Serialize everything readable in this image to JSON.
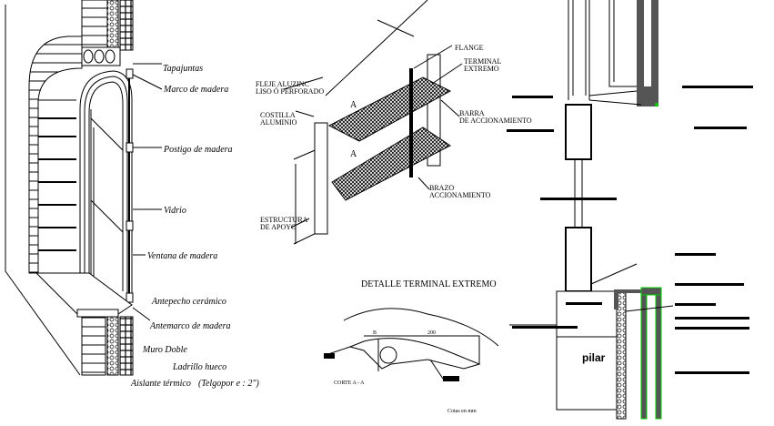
{
  "window_detail": {
    "labels": {
      "tapajuntas": "Tapajuntas",
      "marco": "Marco de madera",
      "postigo": "Postigo de madera",
      "vidrio": "Vidrio",
      "ventana": "Ventana de madera",
      "antepecho": "Antepecho cerámico",
      "antemarco": "Antemarco de madera",
      "muro": "Muro Doble",
      "ladrillo": "Ladrillo hueco",
      "aislante": "Aislante térmico",
      "telgopor": "(Telgopor e : 2\")"
    }
  },
  "louver_detail": {
    "labels": {
      "flange": "FLANGE",
      "terminal_1": "TERMINAL",
      "terminal_2": "EXTREMO",
      "fleje_1": "FLEJE ALUZINC",
      "fleje_2": "LISO Ó PERFORADO",
      "costilla_1": "COSTILLA",
      "costilla_2": "ALUMINIO",
      "barra_1": "BARRA",
      "barra_2": "DE ACCIONAMIENTO",
      "brazo_1": "BRAZO",
      "brazo_2": "ACCIONAMIENTO",
      "estructura_1": "ESTRUCTURA",
      "estructura_2": "DE APOYO",
      "section_mark": "A"
    }
  },
  "terminal_detail": {
    "title": "DETALLE TERMINAL EXTREMO",
    "dimension": "200",
    "mark": "B",
    "section_label": "CORTE  A - A",
    "units_note": "Cotas en mm"
  },
  "facade_section": {
    "pilar_label": "pilar",
    "accent_color": "#00cc00",
    "fill_color": "#555555"
  }
}
